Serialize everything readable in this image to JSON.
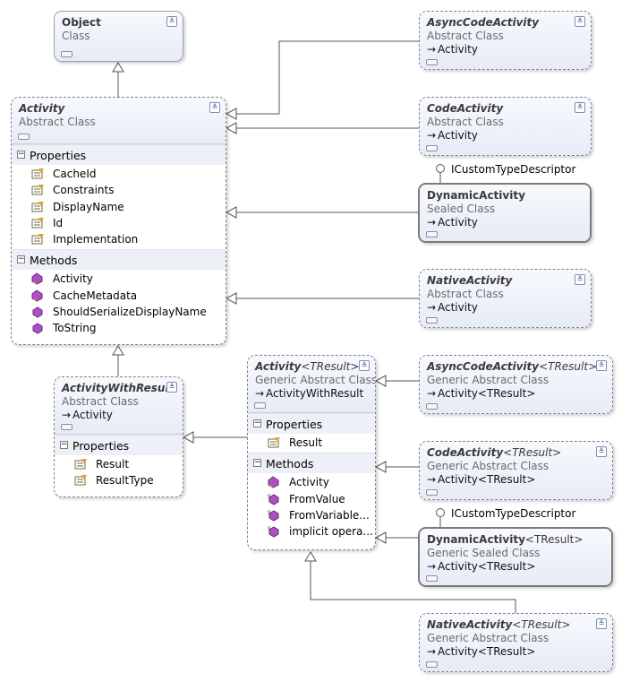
{
  "classes": {
    "object": {
      "name": "Object",
      "stereotype": "Class"
    },
    "asyncCodeActivity": {
      "name": "AsyncCodeActivity",
      "stereotype": "Abstract Class",
      "base": "Activity"
    },
    "codeActivity": {
      "name": "CodeActivity",
      "stereotype": "Abstract Class",
      "base": "Activity"
    },
    "dynamicActivity": {
      "name": "DynamicActivity",
      "stereotype": "Sealed Class",
      "base": "Activity"
    },
    "nativeActivity": {
      "name": "NativeActivity",
      "stereotype": "Abstract Class",
      "base": "Activity"
    },
    "activity": {
      "name": "Activity",
      "stereotype": "Abstract Class",
      "properties_label": "Properties",
      "properties": [
        "CacheId",
        "Constraints",
        "DisplayName",
        "Id",
        "Implementation"
      ],
      "methods_label": "Methods",
      "methods": [
        "Activity",
        "CacheMetadata",
        "ShouldSerializeDisplayName",
        "ToString"
      ]
    },
    "activityWithResult": {
      "name": "ActivityWithResult",
      "stereotype": "Abstract Class",
      "base": "Activity",
      "properties_label": "Properties",
      "properties": [
        "Result",
        "ResultType"
      ]
    },
    "activityT": {
      "name": "Activity",
      "generic": "<TResult>",
      "stereotype": "Generic Abstract Class",
      "base": "ActivityWithResult",
      "properties_label": "Properties",
      "properties": [
        "Result"
      ],
      "methods_label": "Methods",
      "methods": [
        "Activity",
        "FromValue",
        "FromVariable...",
        "implicit opera..."
      ]
    },
    "asyncCodeActivityT": {
      "name": "AsyncCodeActivity",
      "generic": "<TResult>",
      "stereotype": "Generic Abstract Class",
      "base": "Activity<TResult>"
    },
    "codeActivityT": {
      "name": "CodeActivity",
      "generic": "<TResult>",
      "stereotype": "Generic Abstract Class",
      "base": "Activity<TResult>"
    },
    "dynamicActivityT": {
      "name": "DynamicActivity",
      "generic": "<TResult>",
      "stereotype": "Generic Sealed Class",
      "base": "Activity<TResult>"
    },
    "nativeActivityT": {
      "name": "NativeActivity",
      "generic": "<TResult>",
      "stereotype": "Generic Abstract Class",
      "base": "Activity<TResult>"
    }
  },
  "interfaces": {
    "lollipop1": "ICustomTypeDescriptor",
    "lollipop2": "ICustomTypeDescriptor"
  },
  "colors": {
    "header_gradient_top": "#f7f9fd",
    "header_gradient_bottom": "#e6ebf6",
    "section_bg": "#edf0f6",
    "method_icon": "#b04fc4",
    "property_icon": "#c8941e"
  }
}
